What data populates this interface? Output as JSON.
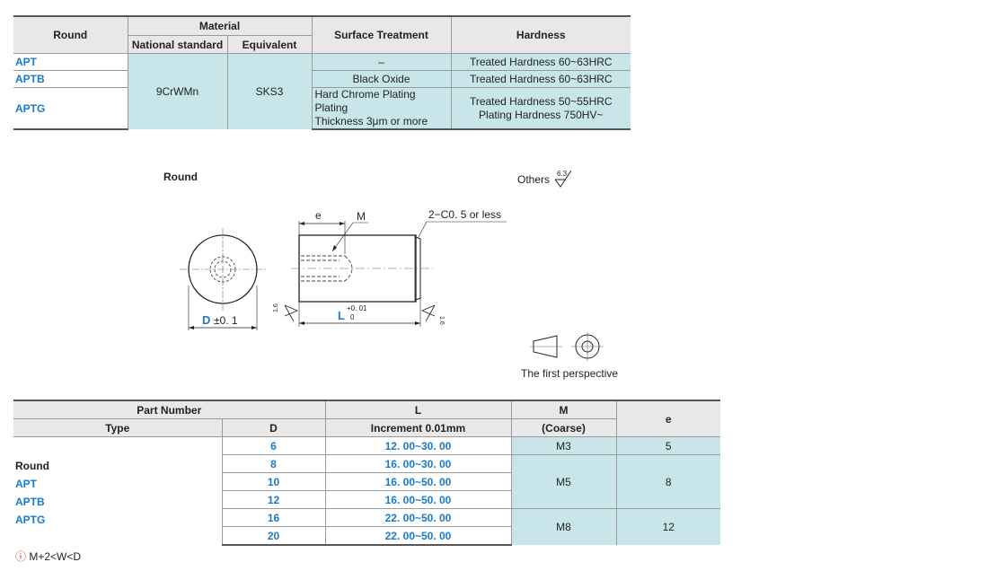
{
  "spec": {
    "headers": {
      "round": "Round",
      "material": "Material",
      "national_standard": "National standard",
      "equivalent": "Equivalent",
      "surface_treatment": "Surface Treatment",
      "hardness": "Hardness"
    },
    "rows": [
      {
        "type": "APT",
        "surface": "–",
        "hardness": "Treated Hardness  60~63HRC"
      },
      {
        "type": "APTB",
        "surface": "Black Oxide",
        "hardness": "Treated Hardness  60~63HRC"
      },
      {
        "type": "APTG",
        "surface_line1": "Hard Chrome Plating Plating",
        "surface_line2": "Thickness 3μm or more",
        "hardness_line1": "Treated Hardness  50~55HRC",
        "hardness_line2": "Plating Hardness  750HV~"
      }
    ],
    "material_national": "9CrWMn",
    "material_equivalent": "SKS3"
  },
  "drawing": {
    "title": "Round",
    "others": "Others",
    "roughness_symbol_value": "6.3",
    "label_e": "e",
    "label_M": "M",
    "chamfer": "2−C0. 5 or less",
    "label_D": "D",
    "tol_D": "±0. 1",
    "label_L": "L",
    "tol_L_upper": "+0. 01",
    "tol_L_lower": "0",
    "roughness_left": "1.6",
    "roughness_right": "1.6",
    "first_perspective": "The first perspective"
  },
  "parts": {
    "headers": {
      "part_number": "Part Number",
      "type": "Type",
      "D": "D",
      "L": "L",
      "L_sub": "Increment 0.01mm",
      "M": "M",
      "M_sub": "(Coarse)",
      "e": "e"
    },
    "types": [
      "Round",
      "APT",
      "APTB",
      "APTG"
    ],
    "rows": [
      {
        "D": "6",
        "L": "12. 00~30. 00"
      },
      {
        "D": "8",
        "L": "16. 00~30. 00"
      },
      {
        "D": "10",
        "L": "16. 00~50. 00"
      },
      {
        "D": "12",
        "L": "16. 00~50. 00"
      },
      {
        "D": "16",
        "L": "22. 00~50. 00"
      },
      {
        "D": "20",
        "L": "22. 00~50. 00"
      }
    ],
    "groups": [
      {
        "M": "M3",
        "e": "5"
      },
      {
        "M": "M5",
        "e": "8"
      },
      {
        "M": "M8",
        "e": "12"
      }
    ]
  },
  "footnote": {
    "icon": "warning-circle-icon",
    "text": "M+2<W<D"
  },
  "colors": {
    "accent_blue": "#1a7ac7",
    "teal_fill": "#c8e6ea",
    "header_gray": "#e8e8e8"
  }
}
